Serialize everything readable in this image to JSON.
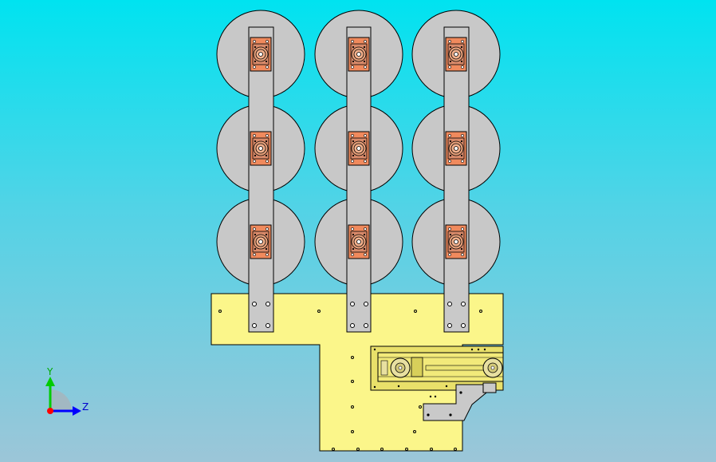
{
  "viewport": {
    "background_top": "#00e3f0",
    "background_bottom": "#9cc6d8"
  },
  "model": {
    "disc_fill": "#c8c8c8",
    "arm_fill": "#c9c9c9",
    "base_plate_fill": "#fbf68a",
    "flange_fill": "#f08a5d",
    "outline_color": "#000000",
    "columns": 3,
    "rows": 3
  },
  "triad": {
    "y_label": "Y",
    "z_label": "Z",
    "y_color": "#00cc00",
    "z_color": "#0000ff",
    "origin_color": "#ff0000",
    "icon": "coordinate-triad-icon"
  }
}
